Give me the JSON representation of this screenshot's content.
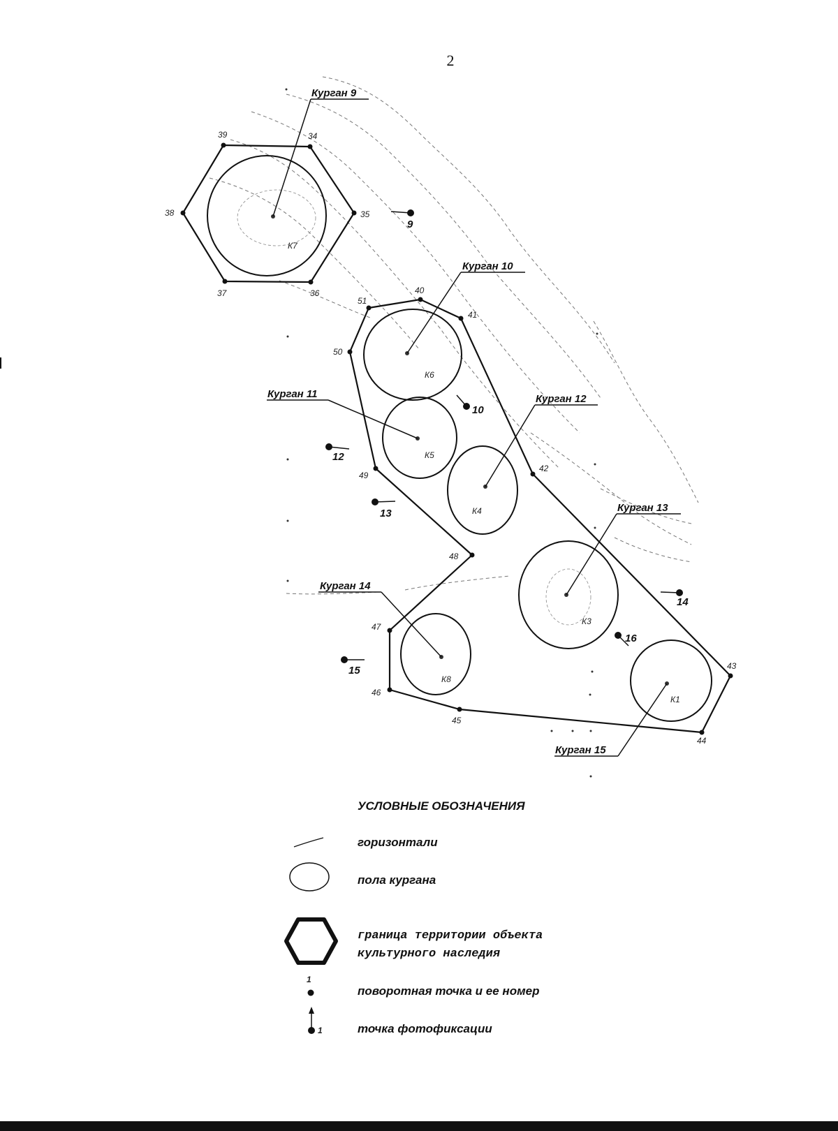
{
  "page_number": "2",
  "kurgans": [
    {
      "label": "Курган 9",
      "mark": "К7"
    },
    {
      "label": "Курган 10",
      "mark": "К6"
    },
    {
      "label": "Курган 11",
      "mark": "К5"
    },
    {
      "label": "Курган 12",
      "mark": "К4"
    },
    {
      "label": "Курган 13",
      "mark": "К3"
    },
    {
      "label": "Курган 14",
      "mark": "К8"
    },
    {
      "label": "Курган 15",
      "mark": "К1"
    }
  ],
  "turning_points": [
    "34",
    "35",
    "36",
    "37",
    "38",
    "39",
    "40",
    "41",
    "42",
    "43",
    "44",
    "45",
    "46",
    "47",
    "48",
    "49",
    "50",
    "51"
  ],
  "photo_points": [
    "9",
    "10",
    "12",
    "13",
    "14",
    "15",
    "16"
  ],
  "legend": {
    "title": "УСЛОВНЫЕ ОБОЗНАЧЕНИЯ",
    "contours": "горизонтали",
    "mound_floor": "пола кургана",
    "boundary_line1": "граница территории объекта",
    "boundary_line2": "культурного наследия",
    "turning_point": "поворотная точка и ее номер",
    "turning_point_sample": "1",
    "photo_point": "точка фотофиксации",
    "photo_point_sample": "1"
  }
}
